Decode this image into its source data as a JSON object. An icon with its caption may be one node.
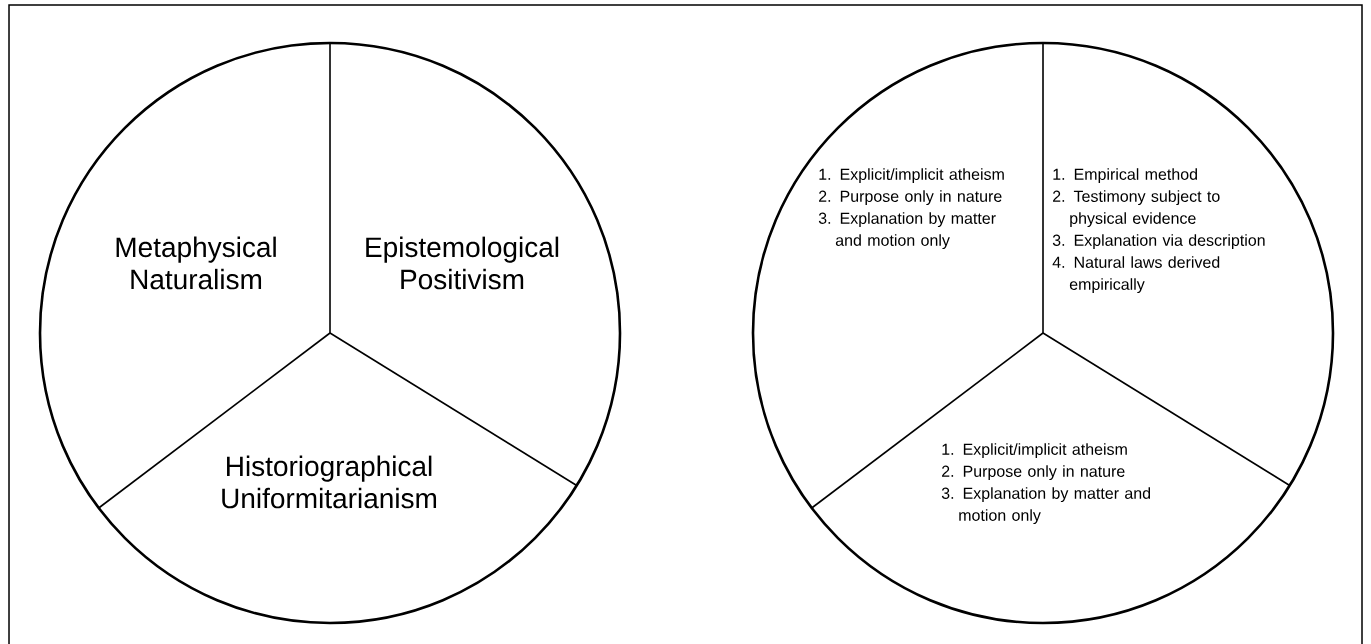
{
  "diagram": {
    "nodes": [
      {
        "text": [],
        "shape": "circle"
      },
      {
        "text": [
          "Metaphysical Naturalism"
        ],
        "in": 0
      },
      {
        "text": [
          "Epistemological Positivism"
        ],
        "in": 0
      },
      {
        "text": [
          "Historiographical Uniformitarianism"
        ],
        "in": 0
      },
      {
        "text": [],
        "shape": "circle"
      },
      {
        "text": [
          "1. Explicit/implicit atheism",
          "2. Purpose only in nature",
          "3. Explanation by matter and motion only"
        ],
        "in": 4
      },
      {
        "text": [
          "1. Empirical method",
          "2. Testimony subject to physical evidence",
          "3. Explanation via description",
          "4. Natural laws derived empirically"
        ],
        "in": 4
      },
      {
        "text": [
          "1. Explicit/implicit atheism",
          "2. Purpose only in nature",
          "3. Explanation by matter and motion only"
        ],
        "in": 4
      }
    ]
  }
}
